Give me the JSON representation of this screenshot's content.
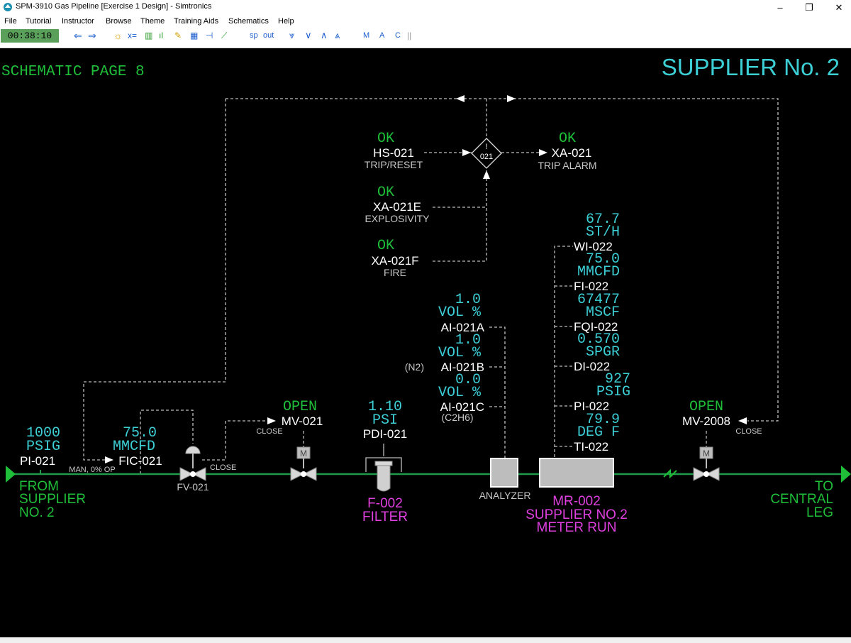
{
  "window": {
    "title": "SPM-3910 Gas Pipeline [Exercise 1 Design] - Simtronics",
    "minimize": "–",
    "restore": "❐",
    "close": "✕"
  },
  "menu": [
    "File",
    "Tutorial",
    "Instructor",
    "Browse",
    "Theme",
    "Training Aids",
    "Schematics",
    "Help"
  ],
  "toolbar": {
    "clock": "00:38:10",
    "sp": "sp",
    "out": "out",
    "m": "M",
    "a": "A",
    "c": "C"
  },
  "schematic": {
    "page_label": "SCHEMATIC PAGE 8",
    "title": "SUPPLIER No. 2",
    "colors": {
      "green": "#1fbf3a",
      "cyan": "#3ccfd6",
      "white": "#ffffff",
      "magenta": "#e040e0",
      "label_gray": "#c8c8c8",
      "pipe": "#1f9a4a"
    },
    "trip": {
      "hs": {
        "status": "OK",
        "tag": "HS-021",
        "desc": "TRIP/RESET"
      },
      "xa": {
        "status": "OK",
        "tag": "XA-021",
        "desc": "TRIP ALARM"
      },
      "xae": {
        "status": "OK",
        "tag": "XA-021E",
        "desc": "EXPLOSIVITY"
      },
      "xaf": {
        "status": "OK",
        "tag": "XA-021F",
        "desc": "FIRE"
      },
      "interlock_mark": "!",
      "interlock_id": "021"
    },
    "pi021": {
      "value": "1000",
      "unit": "PSIG",
      "tag": "PI-021"
    },
    "fic021": {
      "value": "75.0",
      "unit": "MMCFD",
      "tag": "FIC-021",
      "mode": "MAN, 0% OP"
    },
    "fv021": {
      "tag": "FV-021",
      "action": "CLOSE"
    },
    "mv021": {
      "status": "OPEN",
      "tag": "MV-021",
      "action": "CLOSE",
      "motor": "M"
    },
    "pdi021": {
      "value": "1.10",
      "unit": "PSI",
      "tag": "PDI-021"
    },
    "analyzers": [
      {
        "value": "1.0",
        "unit": "VOL %",
        "tag": "AI-021A",
        "prefix": "",
        "suffix": ""
      },
      {
        "value": "1.0",
        "unit": "VOL %",
        "tag": "AI-021B",
        "prefix": "(N2)",
        "suffix": ""
      },
      {
        "value": "0.0",
        "unit": "VOL %",
        "tag": "AI-021C",
        "prefix": "",
        "suffix": "(C2H6)"
      }
    ],
    "meter_readings": [
      {
        "value": "67.7",
        "unit": "ST/H",
        "tag": "WI-022"
      },
      {
        "value": "75.0",
        "unit": "MMCFD",
        "tag": "FI-022"
      },
      {
        "value": "67477",
        "unit": "MSCF",
        "tag": "FQI-022"
      },
      {
        "value": "0.570",
        "unit": "SPGR",
        "tag": "DI-022"
      },
      {
        "value": "927",
        "unit": "PSIG",
        "tag": "PI-022"
      },
      {
        "value": "79.9",
        "unit": "DEG F",
        "tag": "TI-022"
      }
    ],
    "mv2008": {
      "status": "OPEN",
      "tag": "MV-2008",
      "action": "CLOSE",
      "motor": "M"
    },
    "equipment": {
      "filter": {
        "tag": "F-002",
        "name": "FILTER"
      },
      "analyzer": "ANALYZER",
      "meter_run": {
        "tag": "MR-002",
        "line1": "SUPPLIER NO.2",
        "line2": "METER RUN"
      }
    },
    "from": [
      "FROM",
      "SUPPLIER",
      "NO. 2"
    ],
    "to": [
      "TO",
      "CENTRAL",
      "LEG"
    ]
  }
}
